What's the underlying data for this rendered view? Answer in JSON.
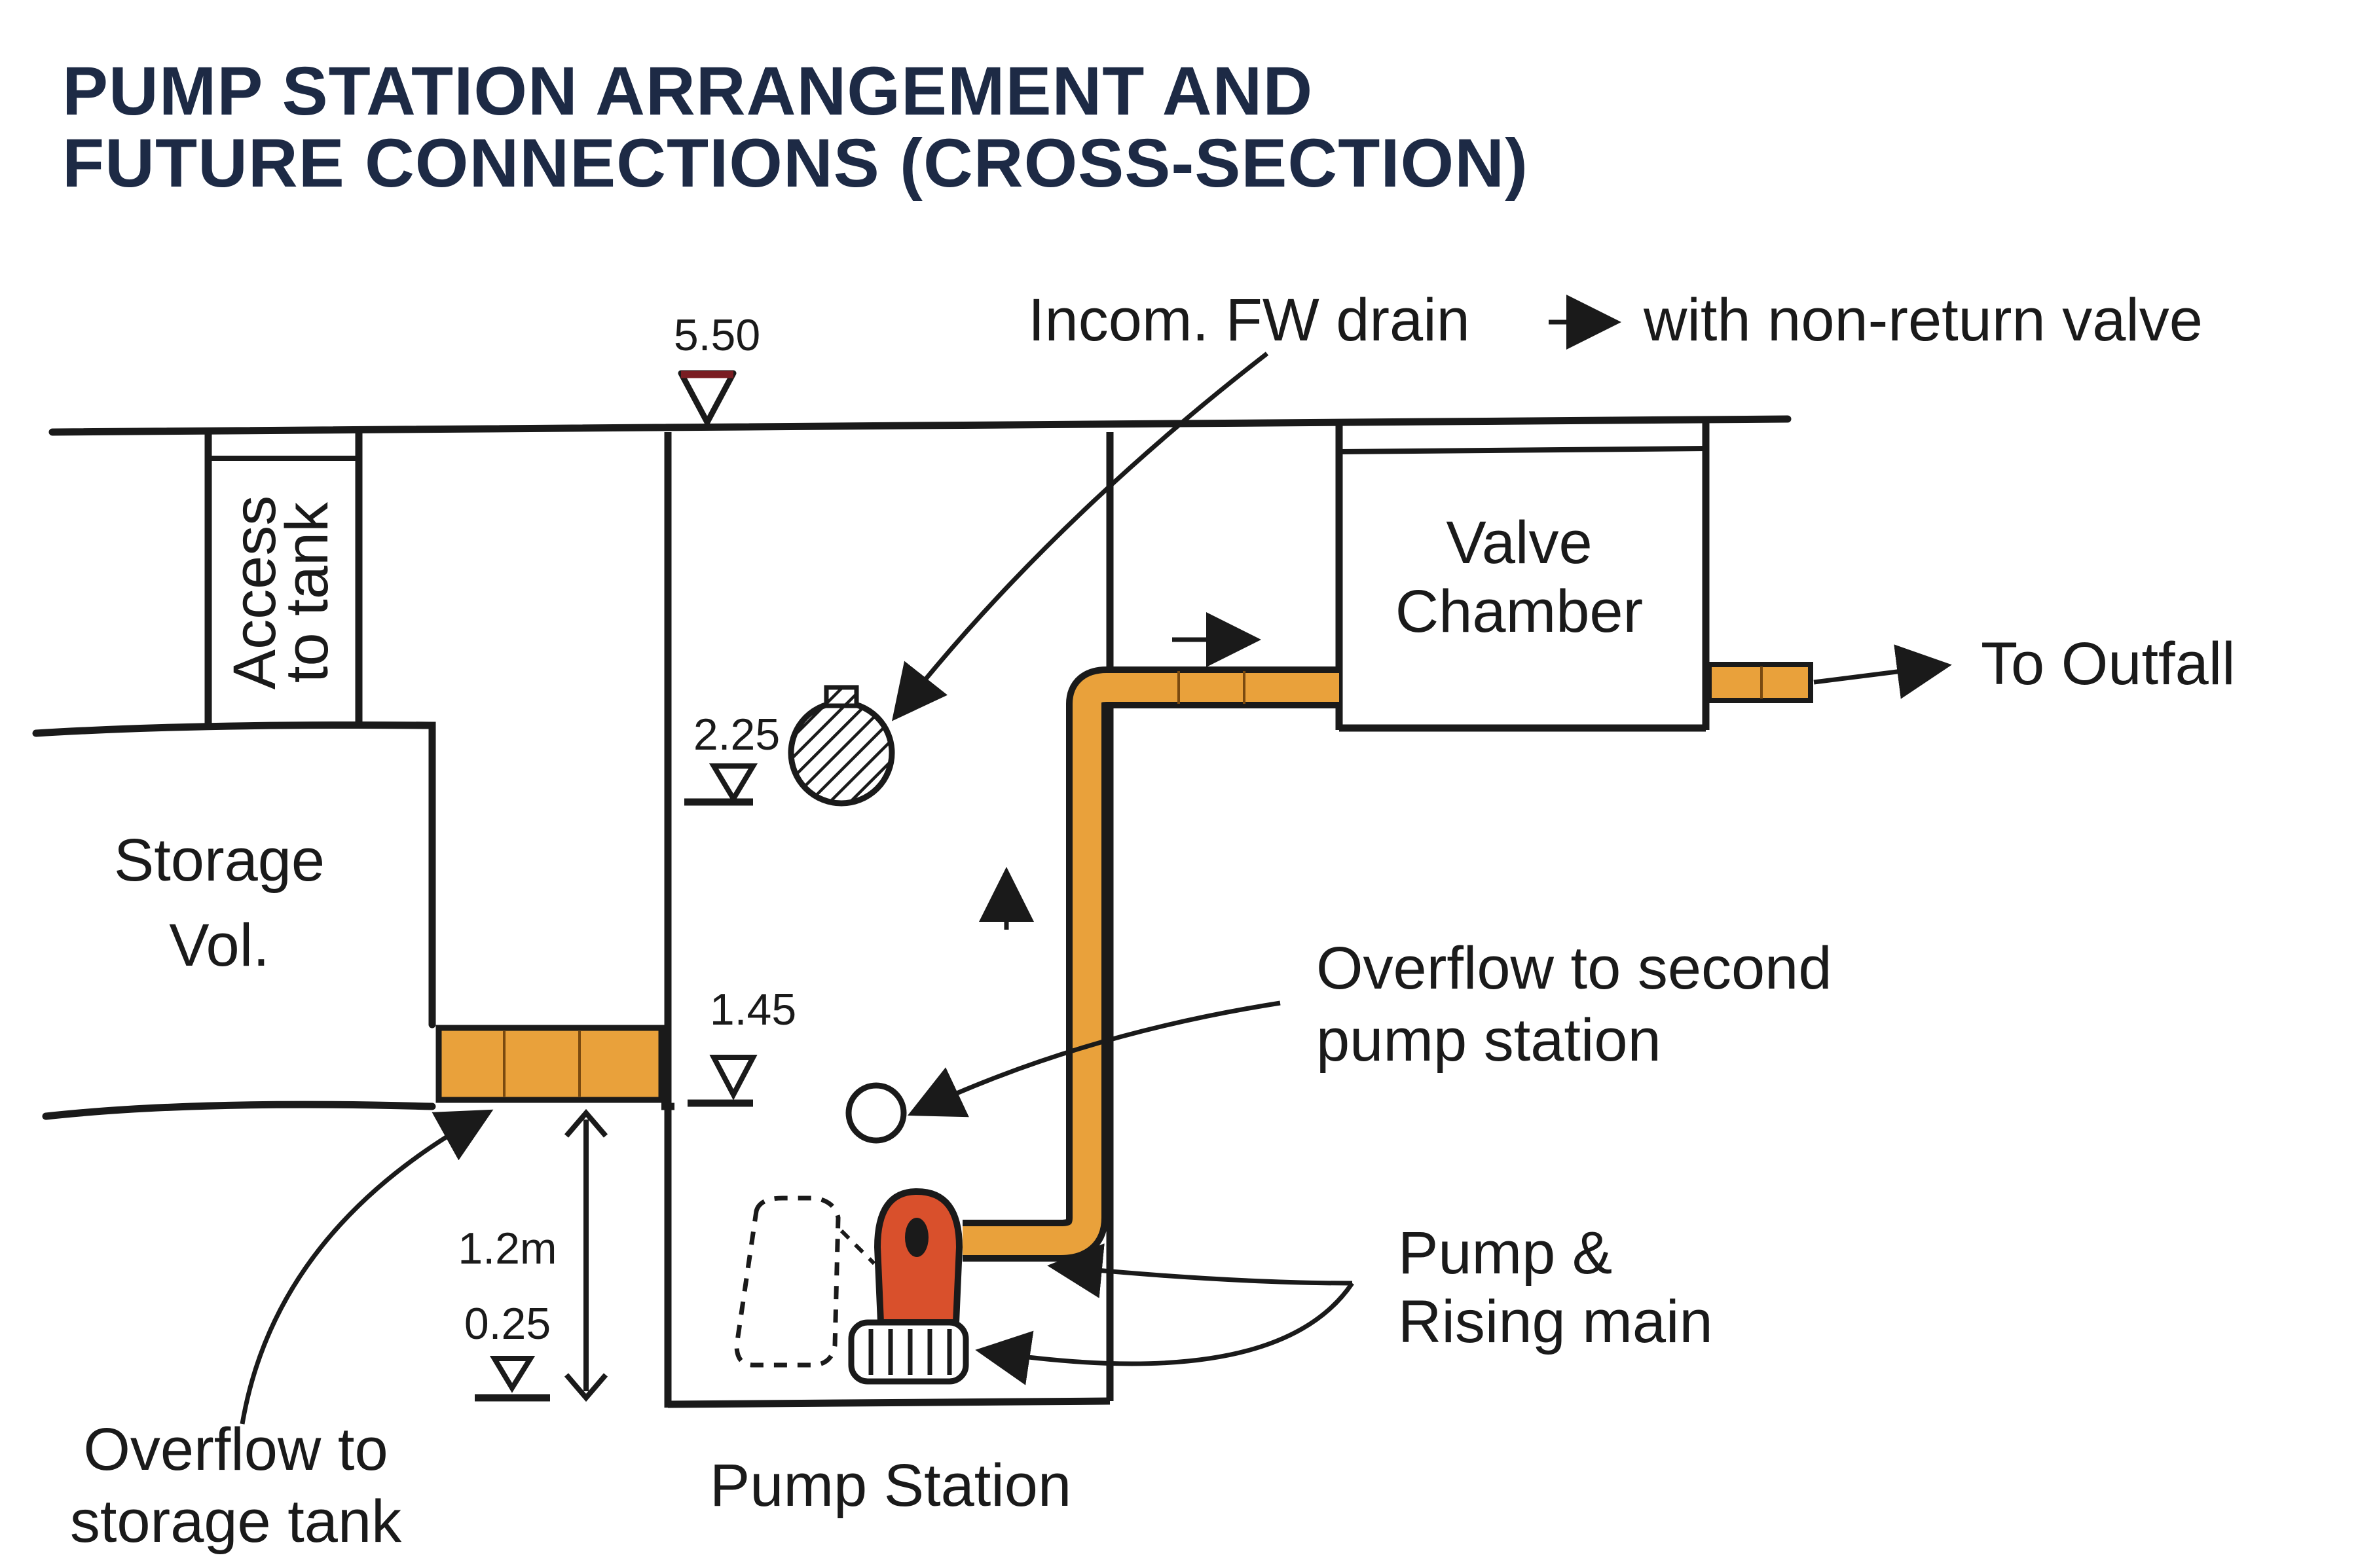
{
  "title": {
    "line1": "PUMP STATION ARRANGEMENT AND",
    "line2": "FUTURE CONNECTIONS (CROSS-SECTION)"
  },
  "labels": {
    "access_line1": "Access",
    "access_line2": "to tank",
    "storage_line1": "Storage",
    "storage_line2": "Vol.",
    "valve_line1": "Valve",
    "valve_line2": "Chamber",
    "to_outfall": "To Outfall",
    "incoming_drain": "Incom. FW drain",
    "non_return_valve": "with non-return valve",
    "overflow_second_line1": "Overflow to second",
    "overflow_second_line2": "pump station",
    "pump_line1": "Pump &",
    "pump_line2": "Rising main",
    "overflow_storage_line1": "Overflow to",
    "overflow_storage_line2": "storage tank",
    "pump_station": "Pump Station"
  },
  "levels": {
    "ground": "5.50",
    "inlet": "2.25",
    "overflow": "1.45",
    "depth": "1.2m",
    "base": "0.25"
  },
  "colors": {
    "ink": "#1a1a1a",
    "title": "#1d2a45",
    "pipe_fill": "#e9a13b",
    "pipe_dark": "#b86d12",
    "pump_fill": "#d9502c",
    "level_marker": "#7a1d22"
  }
}
